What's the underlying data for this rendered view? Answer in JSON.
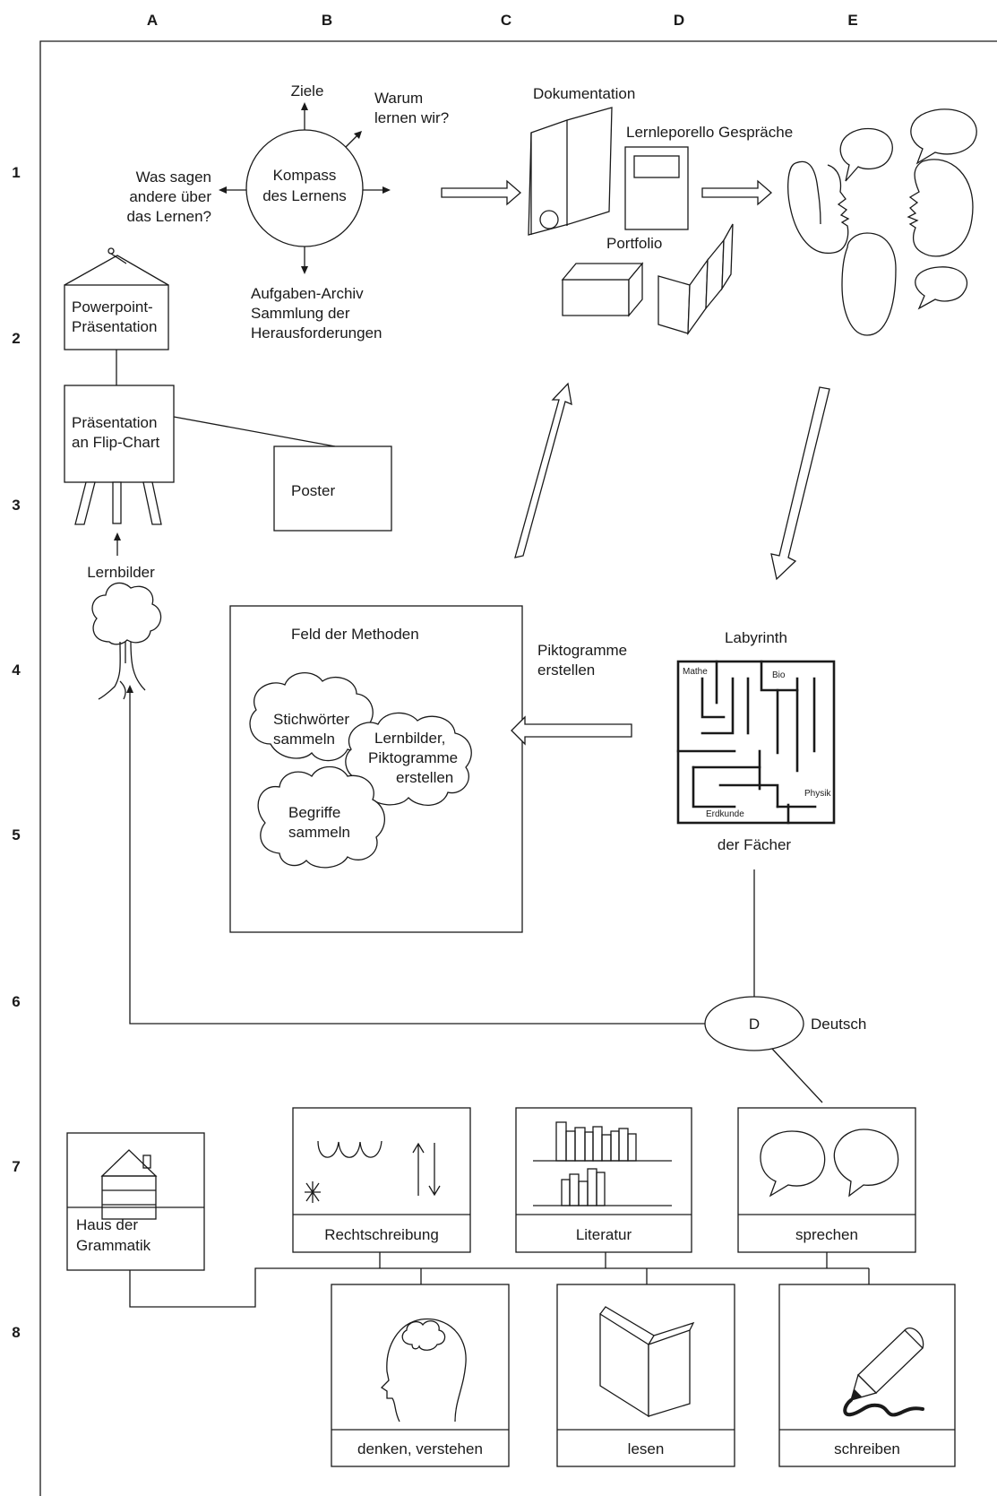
{
  "grid": {
    "columns": [
      "A",
      "B",
      "C",
      "D",
      "E"
    ],
    "rows": [
      "1",
      "2",
      "3",
      "4",
      "5",
      "6",
      "7",
      "8"
    ]
  },
  "compass": {
    "center": [
      "Kompass",
      "des Lernens"
    ],
    "top": "Ziele",
    "top_right": [
      "Warum",
      "lernen wir?"
    ],
    "left": [
      "Was sagen",
      "andere über",
      "das Lernen?"
    ],
    "bottom": [
      "Aufgaben-Archiv",
      "Sammlung der",
      "Herausforderungen"
    ]
  },
  "documentation": {
    "title": "Dokumentation",
    "leporello": "Lernleporello Gespräche",
    "portfolio": "Portfolio"
  },
  "presentation": {
    "powerpoint": [
      "Powerpoint-",
      "Präsentation"
    ],
    "flipchart": [
      "Präsentation",
      "an Flip-Chart"
    ],
    "poster": "Poster",
    "lernbilder": "Lernbilder"
  },
  "methods": {
    "title": "Feld der Methoden",
    "cloud1": [
      "Stichwörter",
      "sammeln"
    ],
    "cloud2": [
      "Lernbilder,",
      "Piktogramme",
      "erstellen"
    ],
    "cloud3": [
      "Begriffe",
      "sammeln"
    ],
    "arrow_label": [
      "Piktogramme",
      "erstellen"
    ]
  },
  "labyrinth": {
    "title": "Labyrinth",
    "subtitle": "der Fächer",
    "subjects": [
      "Mathe",
      "Bio",
      "Physik",
      "Erdkunde"
    ]
  },
  "deutsch": {
    "letter": "D",
    "label": "Deutsch"
  },
  "cards": {
    "grammatik": [
      "Haus der",
      "Grammatik"
    ],
    "rechtschreibung": "Rechtschreibung",
    "literatur": "Literatur",
    "sprechen": "sprechen",
    "denken": "denken, verstehen",
    "lesen": "lesen",
    "schreiben": "schreiben"
  }
}
